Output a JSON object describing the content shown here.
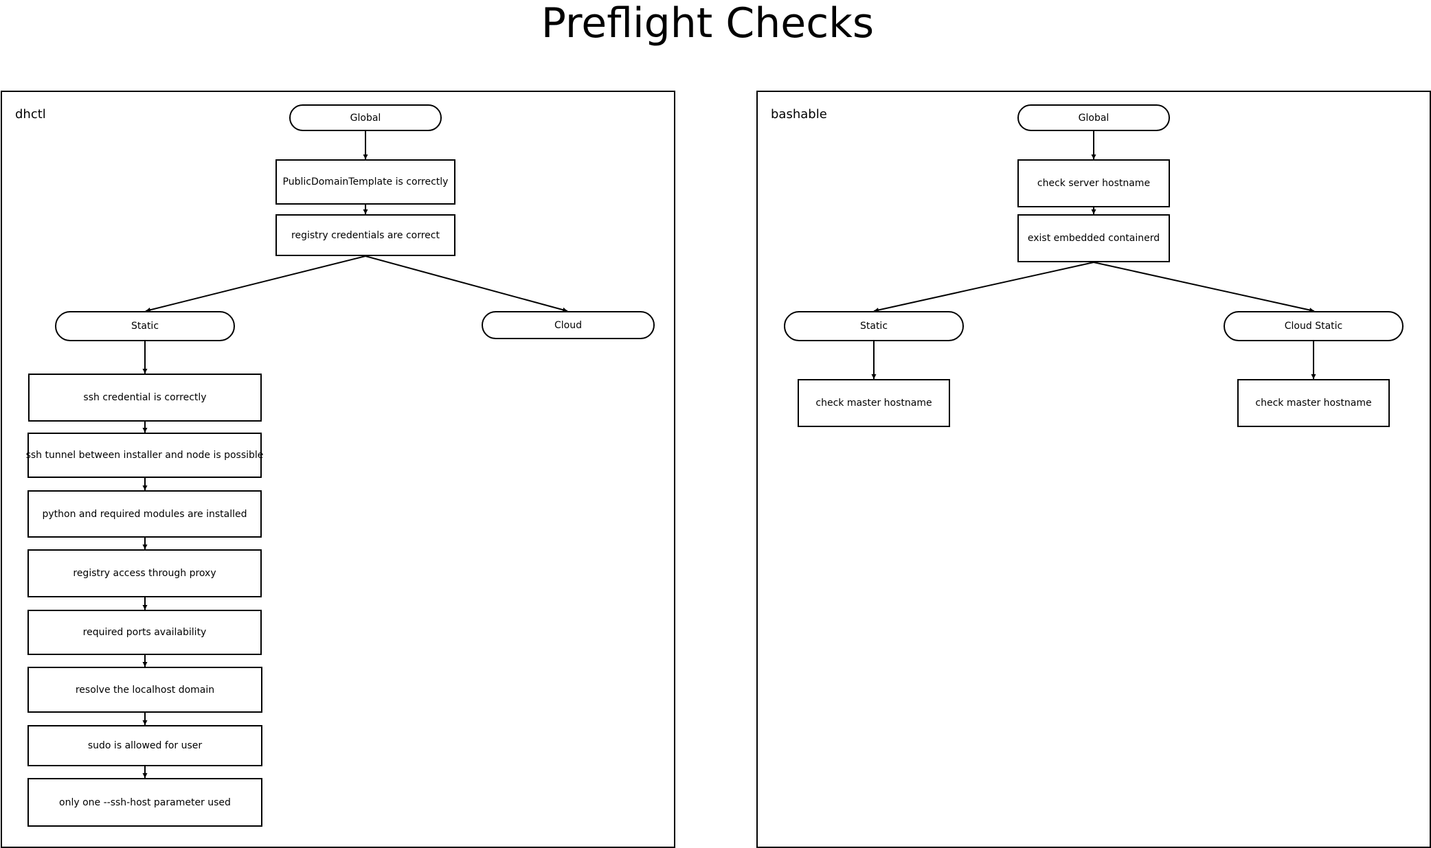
{
  "title": "Preflight Checks",
  "panels": [
    {
      "label": "dhctl",
      "global": "Global",
      "common_checks": [
        "PublicDomainTemplate is correctly",
        "registry credentials are correct"
      ],
      "branches": [
        {
          "label": "Static",
          "checks": [
            "ssh credential is correctly",
            "ssh tunnel between installer and node is possible",
            "python and required modules are installed",
            "registry access through proxy",
            "required ports availability",
            "resolve the localhost domain",
            "sudo is allowed for user",
            "only one --ssh-host parameter used"
          ]
        },
        {
          "label": "Cloud",
          "checks": []
        }
      ]
    },
    {
      "label": "bashable",
      "global": "Global",
      "common_checks": [
        "check server hostname",
        "exist embedded containerd"
      ],
      "branches": [
        {
          "label": "Static",
          "checks": [
            "check master hostname"
          ]
        },
        {
          "label": "Cloud Static",
          "checks": [
            "check master hostname"
          ]
        }
      ]
    }
  ]
}
